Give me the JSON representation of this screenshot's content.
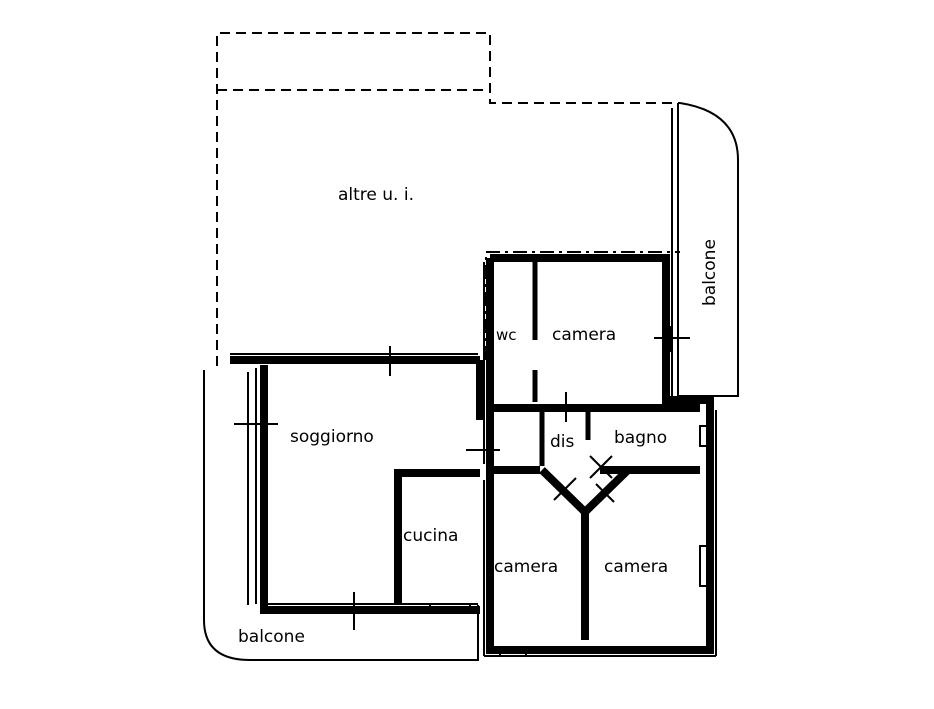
{
  "labels": {
    "altre": "altre u. i.",
    "balcone_right": "balcone",
    "wc": "wc",
    "camera_top": "camera",
    "soggiorno": "soggiorno",
    "dis": "dis",
    "bagno": "bagno",
    "cucina": "cucina",
    "camera_left": "camera",
    "camera_right": "camera",
    "balcone_bottom": "balcone"
  }
}
